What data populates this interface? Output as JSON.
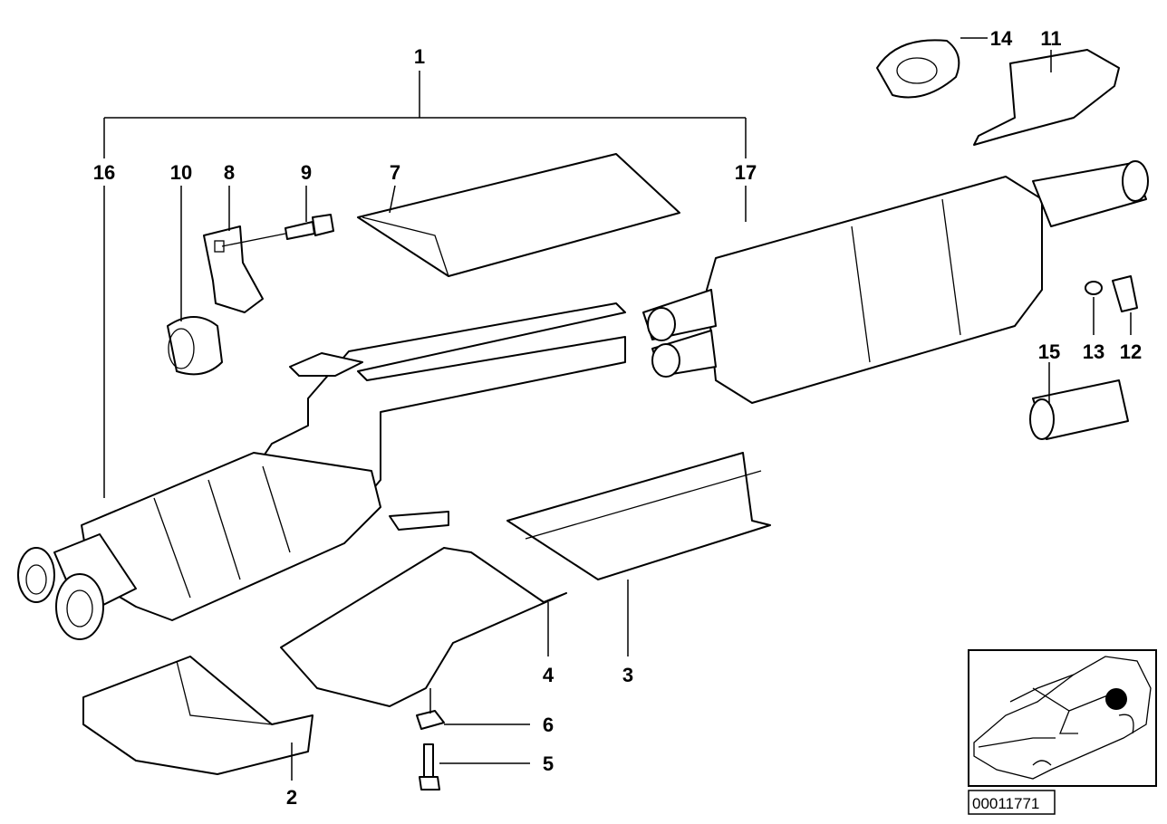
{
  "diagram": {
    "title": "Exhaust system parts diagram",
    "callouts": {
      "c1": "1",
      "c2": "2",
      "c3": "3",
      "c4": "4",
      "c5": "5",
      "c6": "6",
      "c7": "7",
      "c8": "8",
      "c9": "9",
      "c10": "10",
      "c11": "11",
      "c12": "12",
      "c13": "13",
      "c14": "14",
      "c15": "15",
      "c16": "16",
      "c17": "17"
    },
    "inset": {
      "diagram_number": "00011771",
      "marker_color": "#000000"
    }
  }
}
